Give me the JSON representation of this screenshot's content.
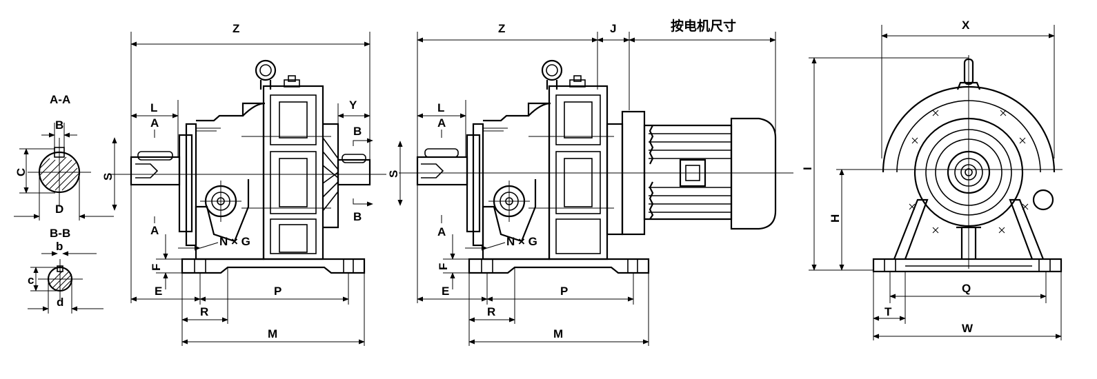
{
  "labels": {
    "z": "Z",
    "j": "J",
    "motor_dim": "按电机尺寸",
    "x": "X",
    "aa": "A-A",
    "bb": "B-B",
    "b_upper": "B",
    "b_lower": "b",
    "c_upper": "C",
    "c_lower": "c",
    "d_upper": "D",
    "d_lower": "d",
    "l": "L",
    "a": "A",
    "y": "Y",
    "s": "S",
    "f": "F",
    "e": "E",
    "ng": "N × G",
    "p": "P",
    "r": "R",
    "m": "M",
    "i": "I",
    "h": "H",
    "q": "Q",
    "t": "T",
    "w": "W"
  }
}
